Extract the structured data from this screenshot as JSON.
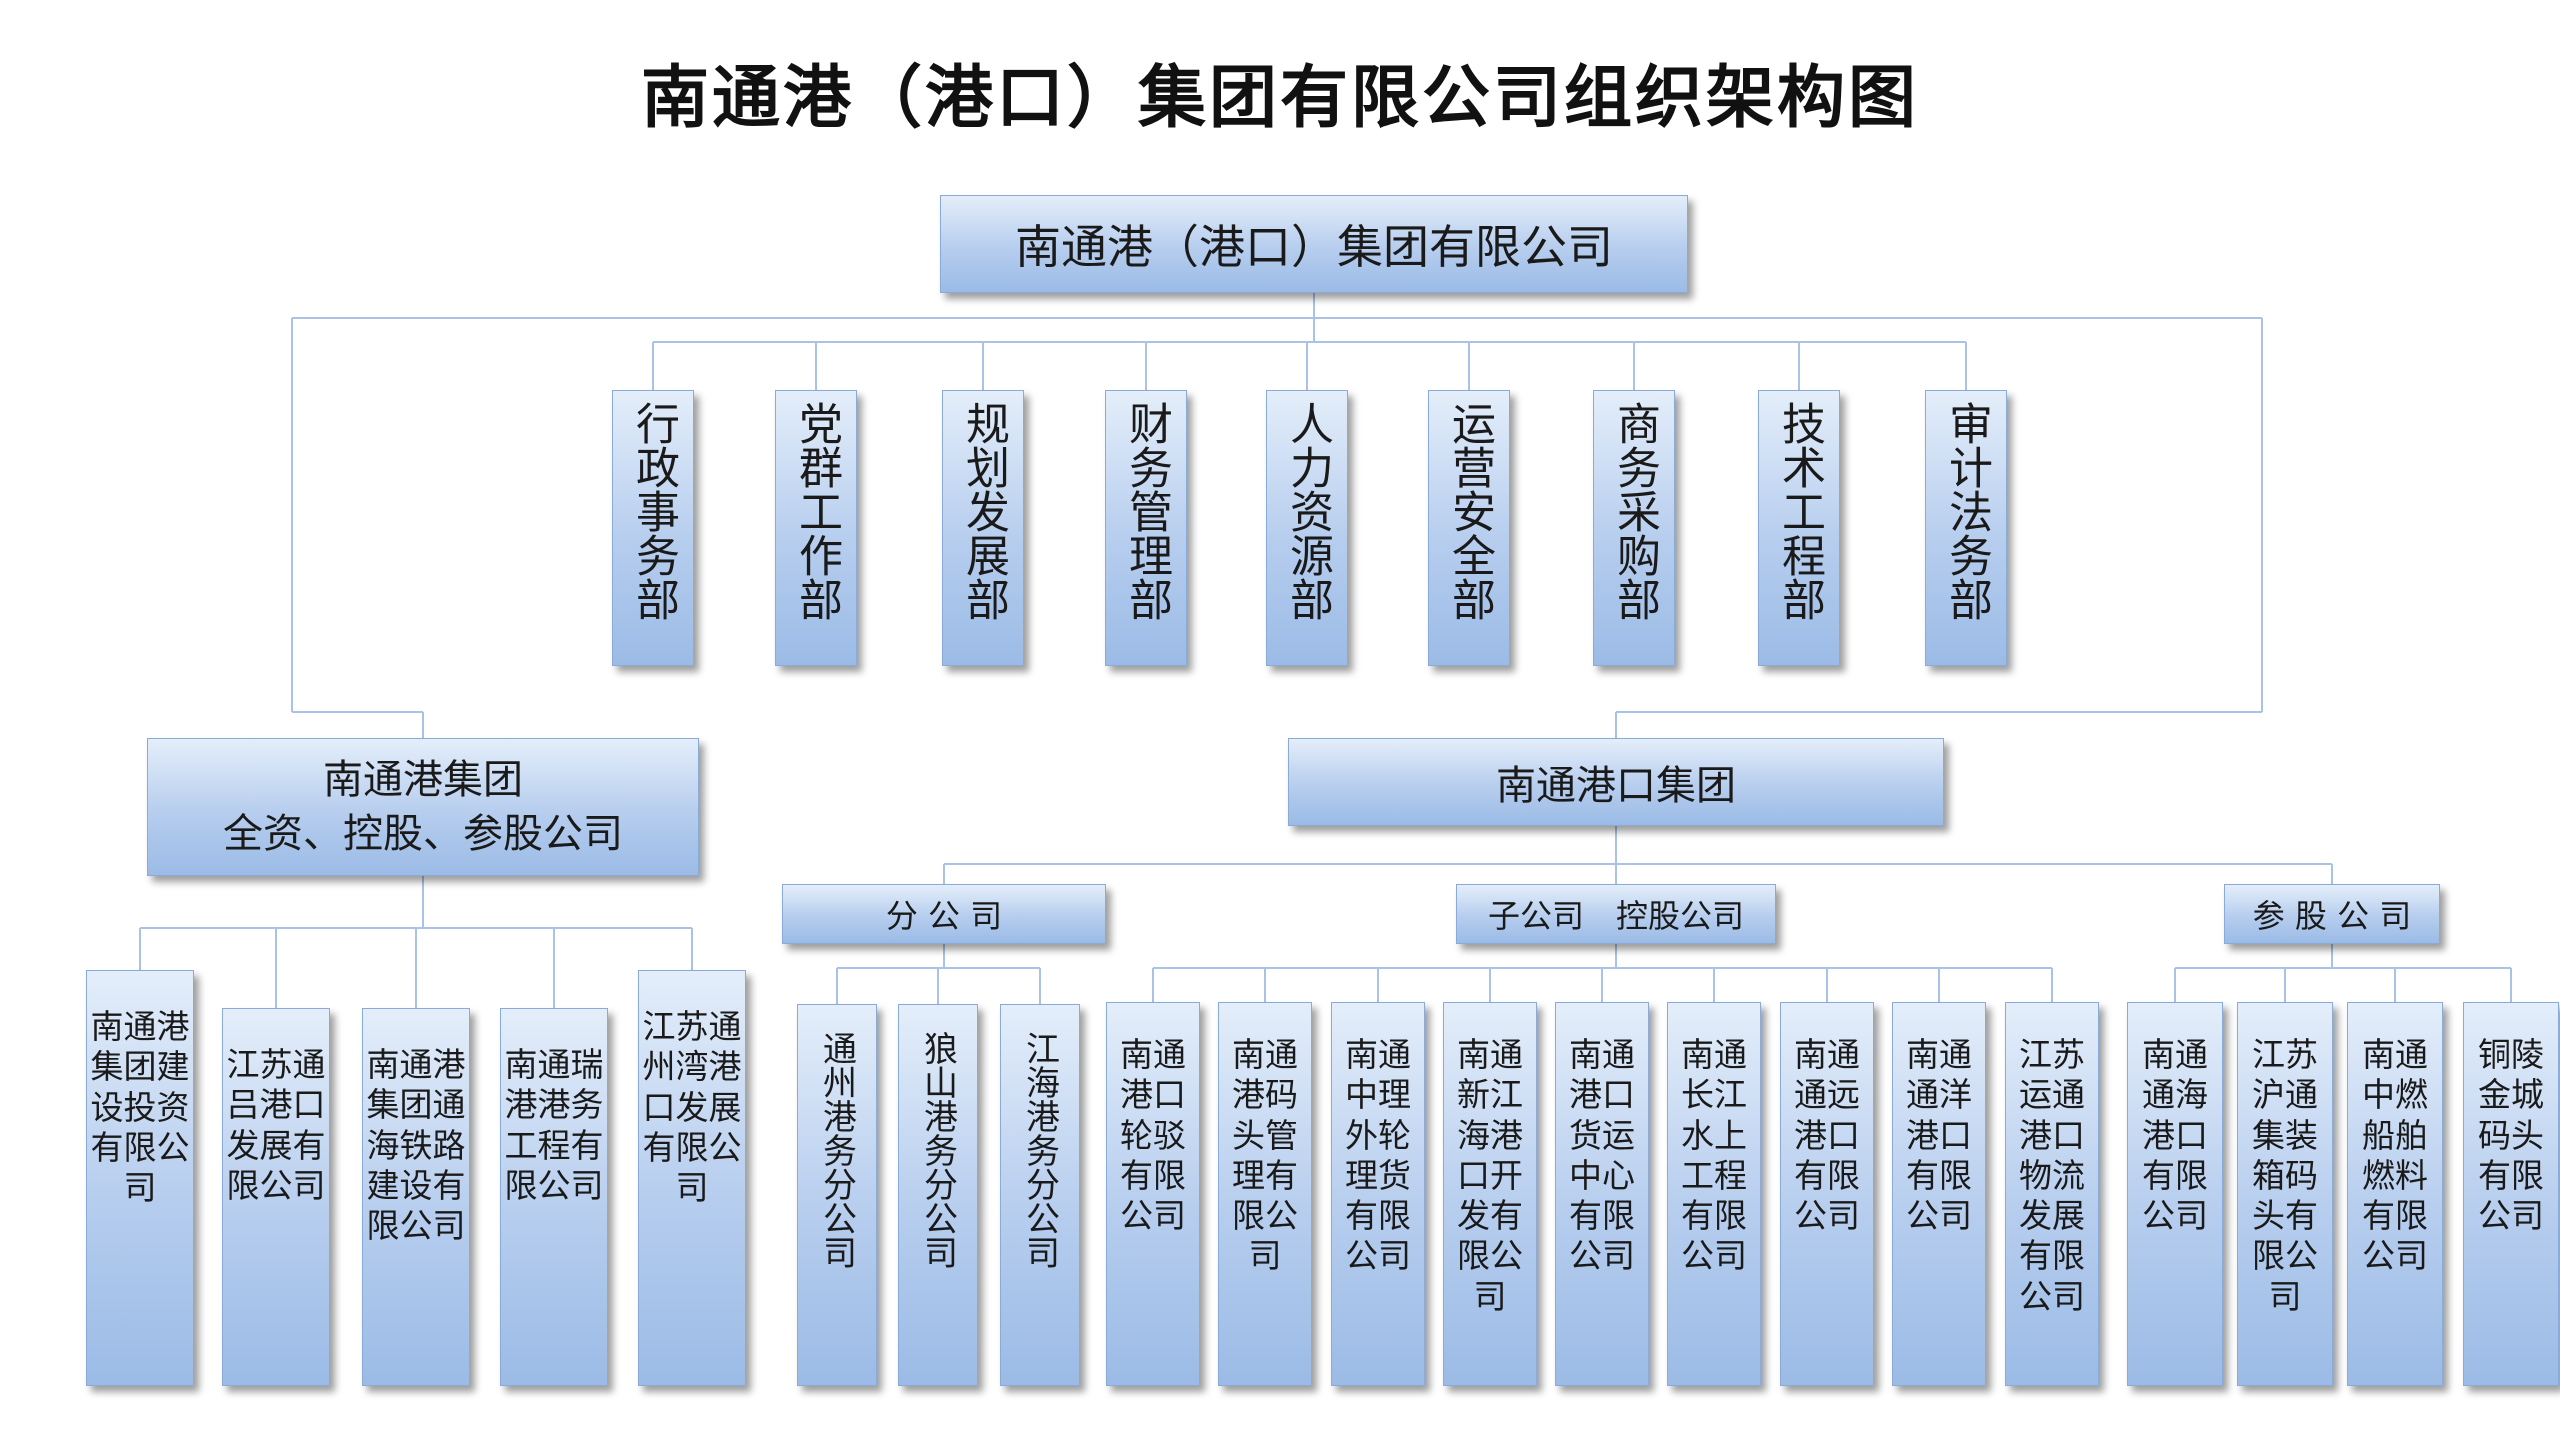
{
  "title": "南通港（港口）集团有限公司组织架构图",
  "root": "南通港（港口）集团有限公司",
  "departments": [
    "行政事务部",
    "党群工作部",
    "规划发展部",
    "财务管理部",
    "人力资源部",
    "运营安全部",
    "商务采购部",
    "技术工程部",
    "审计法务部"
  ],
  "group_left": {
    "line1": "南通港集团",
    "line2": "全资、控股、参股公司",
    "companies": [
      "南通港集团建设投资有限公司",
      "江苏通吕港口发展有限公司",
      "南通港集团通海铁路建设有限公司",
      "南通瑞港港务工程有限公司",
      "江苏通州湾港口发展有限公司"
    ]
  },
  "group_right": {
    "name": "南通港口集团",
    "branches": {
      "label": "分 公 司",
      "items": [
        "通州港务分公司",
        "狼山港务分公司",
        "江海港务分公司"
      ]
    },
    "subsidiaries": {
      "label": "子公司　控股公司",
      "items": [
        "南通港口轮驳有限公司",
        "南通港码头管理有限公司",
        "南通中理外轮理货有限公司",
        "南通新江海港口开发有限公司",
        "南通港口货运中心有限公司",
        "南通长江水上工程有限公司",
        "南通通远港口有限公司",
        "南通通洋港口有限公司",
        "江苏运通港口物流发展有限公司"
      ]
    },
    "affiliates": {
      "label": "参 股 公 司",
      "items": [
        "南通通海港口有限公司",
        "江苏沪通集装箱码头有限公司",
        "南通中燃船舶燃料有限公司",
        "铜陵金城码头有限公司"
      ]
    }
  },
  "colors": {
    "box_top": "#e4eefa",
    "box_bottom": "#9bbbe6",
    "line": "#a9c2e6"
  }
}
